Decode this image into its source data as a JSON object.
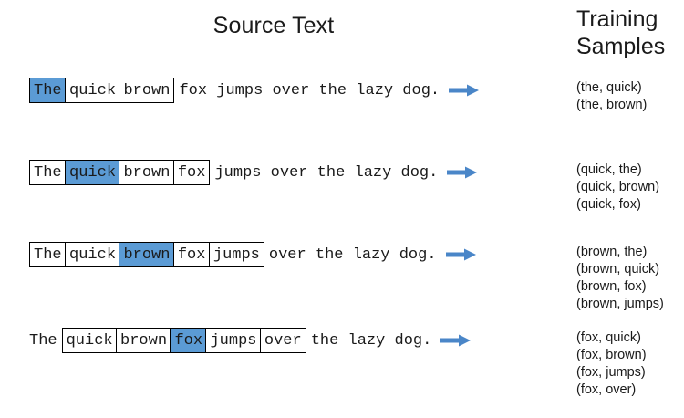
{
  "headings": {
    "source_text": "Source Text",
    "training_line1": "Training",
    "training_line2": "Samples"
  },
  "colors": {
    "highlight_blue": "#5B9BD5",
    "arrow_blue": "#4A86C8",
    "box_border": "#000000",
    "text": "#1A1A1A",
    "background": "#FFFFFF"
  },
  "icons": {
    "arrow": "right-arrow-icon"
  },
  "rows": [
    {
      "lead_text": "",
      "boxes": [
        {
          "word": "The",
          "highlighted": true
        },
        {
          "word": "quick",
          "highlighted": false
        },
        {
          "word": "brown",
          "highlighted": false
        }
      ],
      "trailing_text": "fox jumps over the lazy dog.",
      "samples": [
        "(the, quick)",
        "(the, brown)"
      ]
    },
    {
      "lead_text": "",
      "boxes": [
        {
          "word": "The",
          "highlighted": false
        },
        {
          "word": "quick",
          "highlighted": true
        },
        {
          "word": "brown",
          "highlighted": false
        },
        {
          "word": "fox",
          "highlighted": false
        }
      ],
      "trailing_text": "jumps over the lazy dog.",
      "samples": [
        "(quick, the)",
        "(quick, brown)",
        "(quick, fox)"
      ]
    },
    {
      "lead_text": "",
      "boxes": [
        {
          "word": "The",
          "highlighted": false
        },
        {
          "word": "quick",
          "highlighted": false
        },
        {
          "word": "brown",
          "highlighted": true
        },
        {
          "word": "fox",
          "highlighted": false
        },
        {
          "word": "jumps",
          "highlighted": false
        }
      ],
      "trailing_text": "over the lazy dog.",
      "samples": [
        "(brown, the)",
        "(brown, quick)",
        "(brown, fox)",
        "(brown, jumps)"
      ]
    },
    {
      "lead_text": "The",
      "boxes": [
        {
          "word": "quick",
          "highlighted": false
        },
        {
          "word": "brown",
          "highlighted": false
        },
        {
          "word": "fox",
          "highlighted": true
        },
        {
          "word": "jumps",
          "highlighted": false
        },
        {
          "word": "over",
          "highlighted": false
        }
      ],
      "trailing_text": "the lazy dog.",
      "samples": [
        "(fox, quick)",
        "(fox, brown)",
        "(fox, jumps)",
        "(fox, over)"
      ]
    }
  ],
  "layout": {
    "row_tops": [
      85,
      175,
      265,
      359
    ],
    "row_lefts": [
      32,
      32,
      32,
      32
    ],
    "sample_tops": [
      87,
      177,
      267,
      361
    ]
  }
}
